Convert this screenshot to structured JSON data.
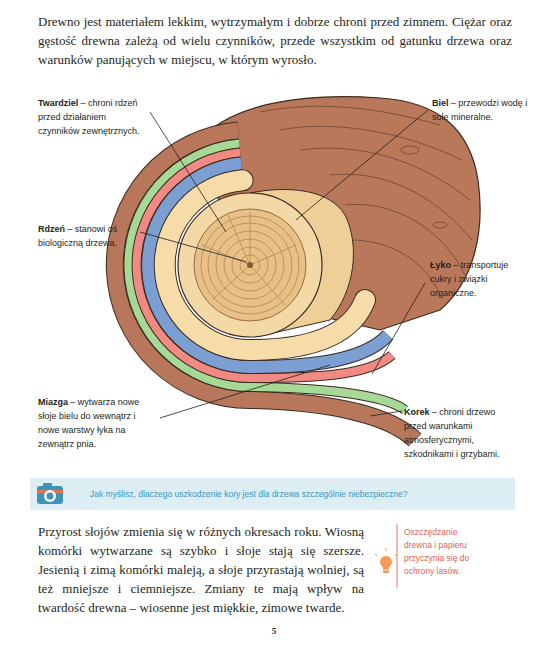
{
  "diagram": {
    "nodes": [
      {
        "text": [
          "Jak myślisz, dlaczego uszkodzenie kory jest dla drzewa szczególnie niebezpieczne?"
        ]
      }
    ],
    "labels": [
      "Drewno jest materiałem lekkim, wytrzymałym i dobrze chroni przed zimnem. Ciężar oraz gęstość drewna zależą od wielu czynników, przede wszystkim od gatunku drzewa oraz warunków panujących w miejscu, w którym wyrosło.",
      "Twardziel",
      "– chroni rdzeń przed działaniem czynników zewnętrznych.",
      "Biel",
      "– przewodzi wodę i sole mineralne.",
      "Rdzeń",
      "– stanowi oś biologiczną drzewa.",
      "Łyko",
      "– transportuje cukry i związki organiczne.",
      "Miazga",
      "– wytwarza nowe słoje bielu do wewnątrz i nowe warstwy łyka na zewnątrz pnia.",
      "Korek",
      "– chroni drzewo przed warunkami atmosferycznymi, szkodnikami i grzybami.",
      "Przyrost słojów zmienia się w różnych okresach roku. Wiosną komórki wytwarzane są szybko i słoje stają się szersze. Jesienią i zimą komórki maleją, a słoje przyrastają wolniej, są też mniejsze i ciemniejsze. Zmiany te mają wpływ na twardość drewna – wiosenne jest miękkie, zimowe twarde.",
      "Oszczędzanie drewna i papieru przyczynia się do ochrony lasów.",
      "5"
    ]
  }
}
